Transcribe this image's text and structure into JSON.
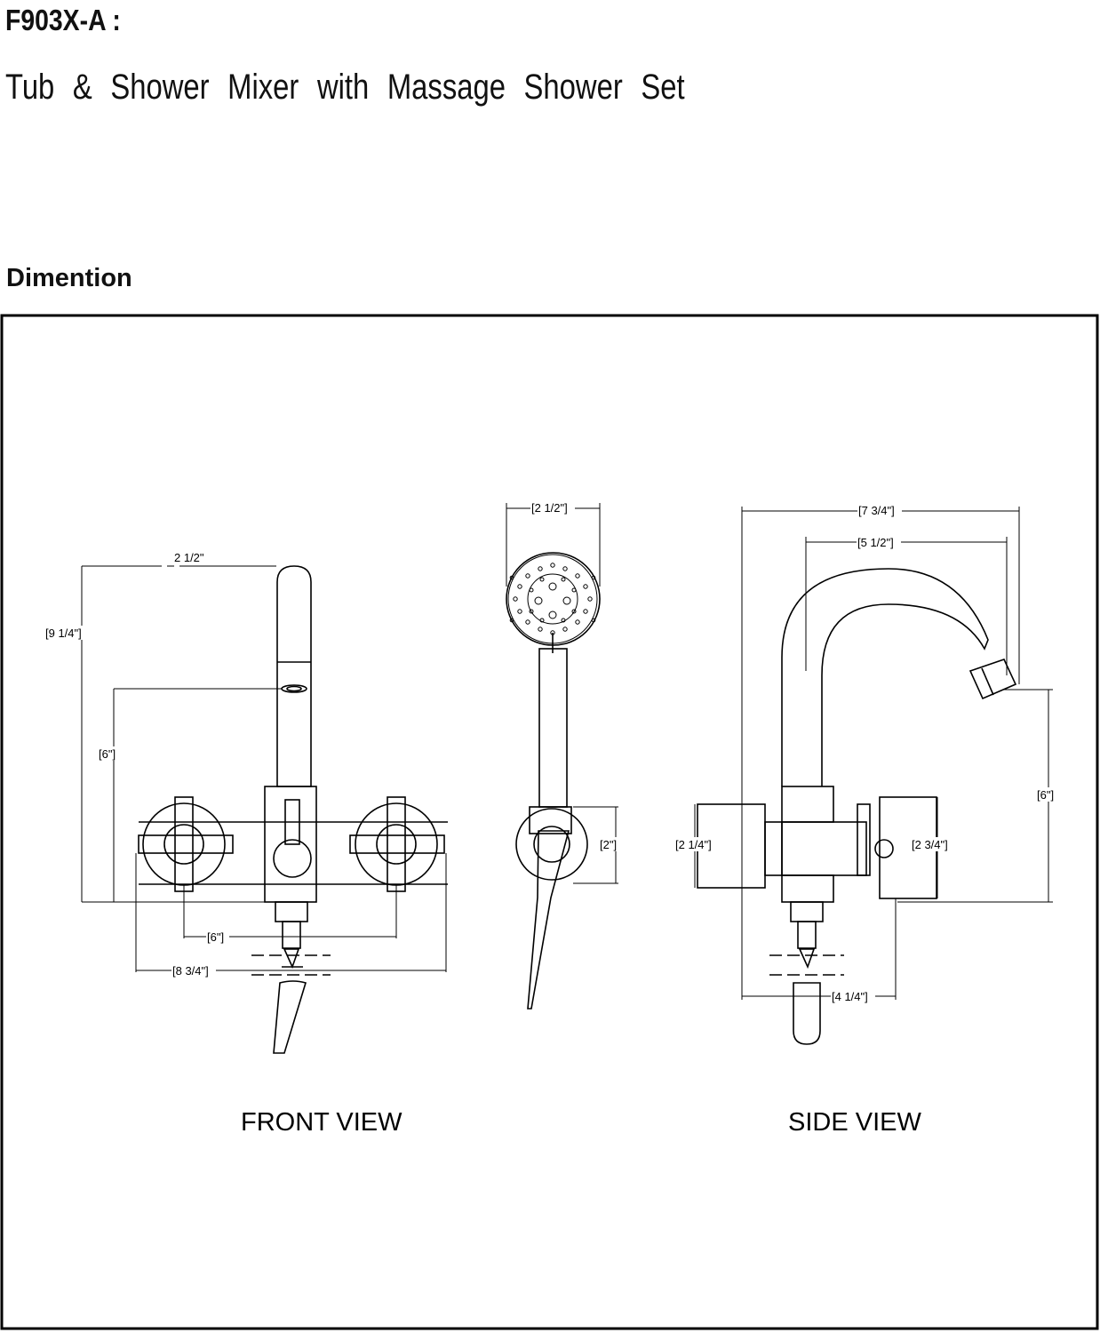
{
  "header": {
    "model": "F903X-A :",
    "product_name": "Tub & Shower Mixer with Massage Shower Set",
    "section_title": "Dimention"
  },
  "drawing": {
    "front_view": {
      "label": "FRONT VIEW",
      "dim_spout_reach": "2 1/2\"",
      "dim_total_height": "[9 1/4\"]",
      "dim_outlet_height": "[6\"]",
      "dim_centers": "[6\"]",
      "dim_overall_width": "[8 3/4\"]"
    },
    "hand_shower": {
      "dim_head_width": "[2 1/2\"]",
      "dim_holder_height": "[2\"]"
    },
    "side_view": {
      "label": "SIDE VIEW",
      "dim_overall_reach": "[7 3/4\"]",
      "dim_spout_reach": "[5 1/2\"]",
      "dim_spout_height": "[6\"]",
      "dim_flange_height": "[2 1/4\"]",
      "dim_body_height": "[2 3/4\"]",
      "dim_projection": "[4 1/4\"]"
    }
  }
}
